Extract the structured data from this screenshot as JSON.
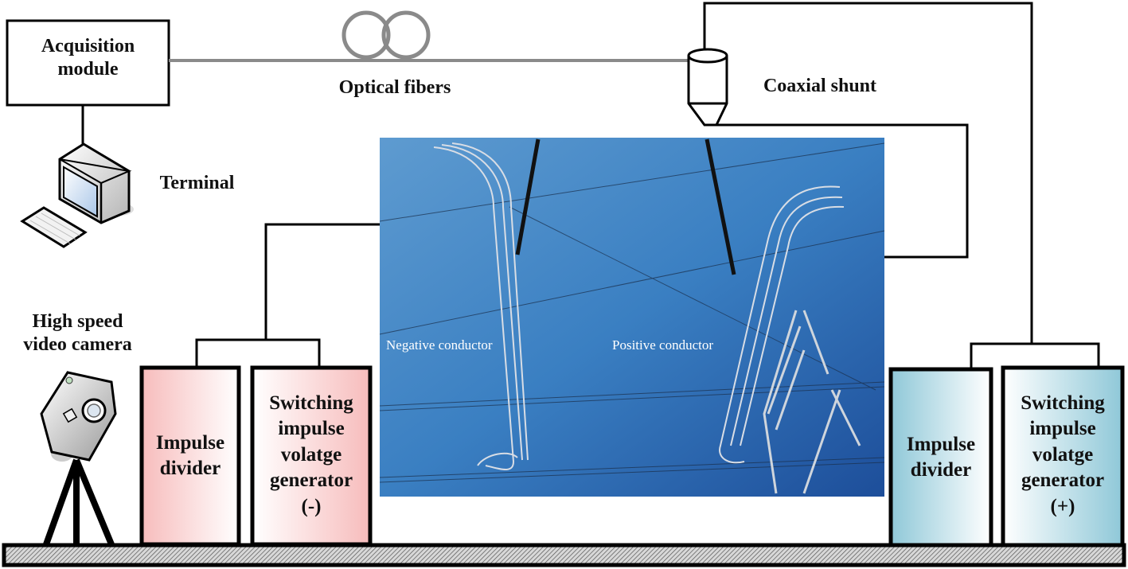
{
  "diagram": {
    "acquisition_module": "Acquisition module",
    "acquisition_module_lines": [
      "Acquisition",
      "module"
    ],
    "optical_fibers": "Optical fibers",
    "coaxial_shunt": "Coaxial shunt",
    "terminal": "Terminal",
    "camera_lines": [
      "High speed",
      "video camera"
    ],
    "negative_side": {
      "divider_lines": [
        "Impulse",
        "divider"
      ],
      "generator_lines": [
        "Switching",
        "impulse",
        "volatge",
        "generator",
        "(-)"
      ],
      "fill_color": "#f9c9c9"
    },
    "positive_side": {
      "divider_lines": [
        "Impulse",
        "divider"
      ],
      "generator_lines": [
        "Switching",
        "impulse",
        "volatge",
        "generator",
        "(+)"
      ],
      "fill_color": "#a9d6e2"
    },
    "photo": {
      "negative_label": "Negative conductor",
      "positive_label": "Positive conductor",
      "sky_color": "#2f73b8"
    },
    "colors": {
      "line": "#000000",
      "fiber": "#8a8a8a"
    }
  }
}
